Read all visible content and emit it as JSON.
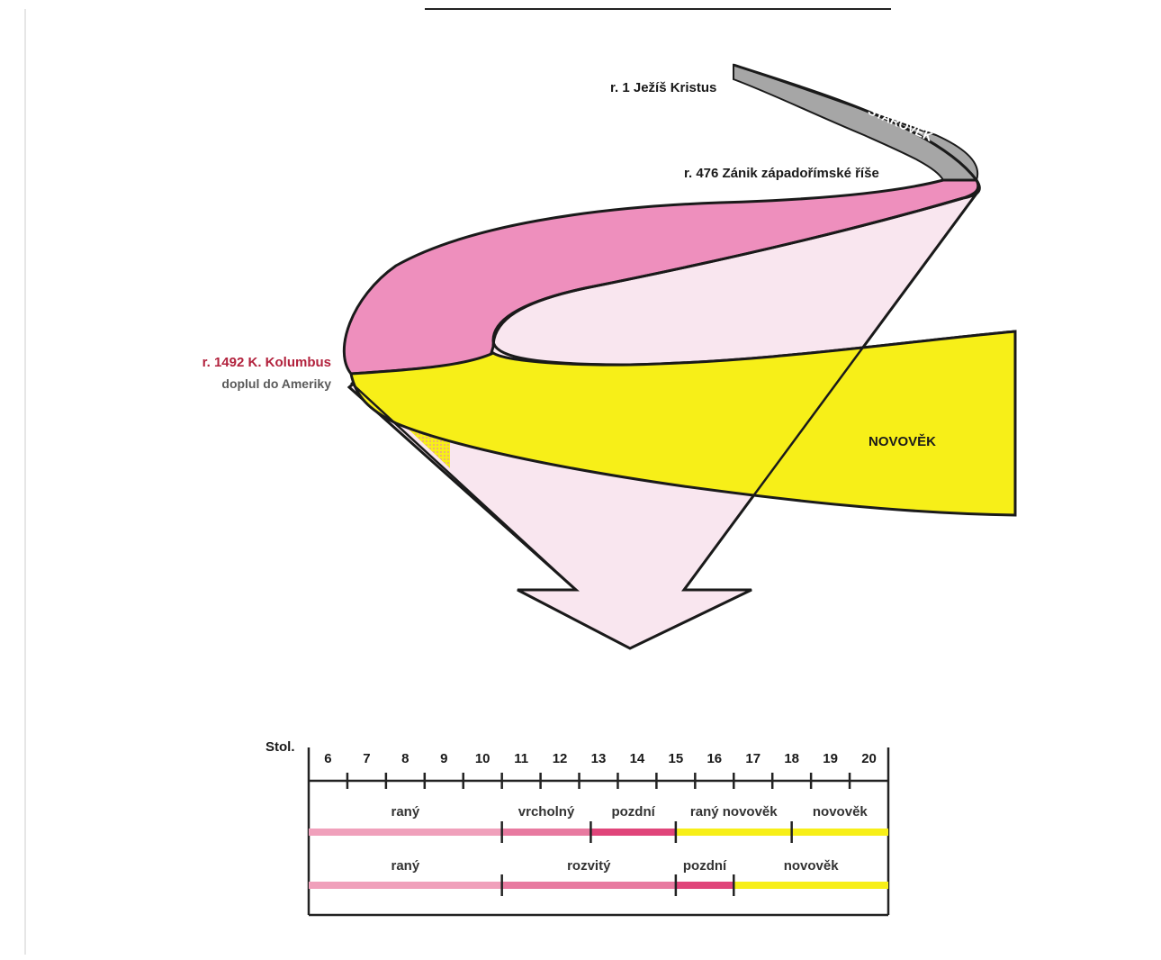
{
  "colors": {
    "starovek": "#a6a6a6",
    "stredovek": "#ee8fbd",
    "novovek": "#f7ef18",
    "arrow_fill": "#f9e6ef",
    "outline": "#1a1a1a",
    "label_red": "#b2223d",
    "bar_dark": "#e0457a",
    "bar_mid": "#e87aa0",
    "bar_light": "#f0a0bb"
  },
  "events": {
    "birth_jesus": "r. 1 Ježíš Kristus",
    "fall_rome": "r. 476 Zánik západořímské říše",
    "columbus": "r. 1492 K. Kolumbus",
    "columbus_sub": "doplul do Ameriky"
  },
  "eras": {
    "starovek": "STAROVĚK",
    "novovek": "NOVOVĚK"
  },
  "timeline": {
    "axis_label": "Stol.",
    "centuries": [
      "6",
      "7",
      "8",
      "9",
      "10",
      "11",
      "12",
      "13",
      "14",
      "15",
      "16",
      "17",
      "18",
      "19",
      "20"
    ],
    "row1": [
      {
        "label": "raný",
        "from": 6,
        "to": 11,
        "color": "#f0a0bb"
      },
      {
        "label": "vrcholný",
        "from": 11,
        "to": 13.3,
        "color": "#e87aa0"
      },
      {
        "label": "pozdní",
        "from": 13.3,
        "to": 15.5,
        "color": "#e0457a"
      },
      {
        "label": "raný novověk",
        "from": 15.5,
        "to": 18.5,
        "color": "#f7ef18"
      },
      {
        "label": "novověk",
        "from": 18.5,
        "to": 21,
        "color": "#f7ef18"
      }
    ],
    "row2": [
      {
        "label": "raný",
        "from": 6,
        "to": 11,
        "color": "#f0a0bb"
      },
      {
        "label": "rozvitý",
        "from": 11,
        "to": 15.5,
        "color": "#e87aa0"
      },
      {
        "label": "pozdní",
        "from": 15.5,
        "to": 17,
        "color": "#e0457a"
      },
      {
        "label": "novověk",
        "from": 17,
        "to": 21,
        "color": "#f7ef18"
      }
    ]
  }
}
